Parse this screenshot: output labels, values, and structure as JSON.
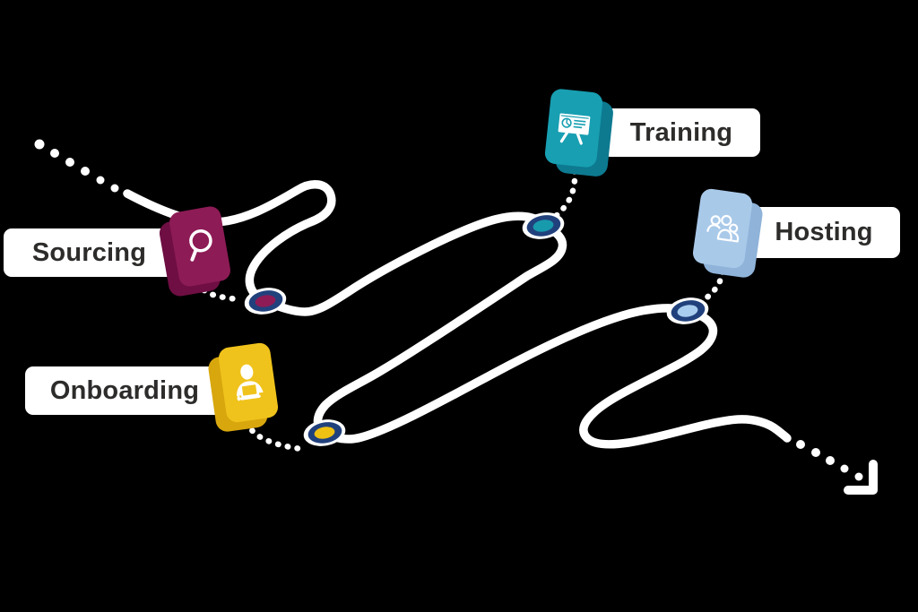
{
  "background": "#000000",
  "label_text_color": "#2d2c2b",
  "marker_ring_color": "#21417d",
  "path": {
    "color": "#ffffff",
    "start_decoration": "dotted-trail",
    "end_decoration": "corner-arrow"
  },
  "stages": [
    {
      "label": "Sourcing",
      "icon": "magnifier-icon",
      "colors": {
        "front": "#8d1b56",
        "side": "#6e0e43",
        "marker": "#8d1b56"
      }
    },
    {
      "label": "Training",
      "icon": "presentation-board-icon",
      "colors": {
        "front": "#189fb2",
        "side": "#0d7a90",
        "marker": "#189aad"
      }
    },
    {
      "label": "Onboarding",
      "icon": "person-laptop-icon",
      "colors": {
        "front": "#f0c31c",
        "side": "#d8a70e",
        "marker": "#efc113"
      }
    },
    {
      "label": "Hosting",
      "icon": "people-group-icon",
      "colors": {
        "front": "#a9c9e9",
        "side": "#8fb3d9",
        "marker": "#a9cdee"
      }
    }
  ]
}
